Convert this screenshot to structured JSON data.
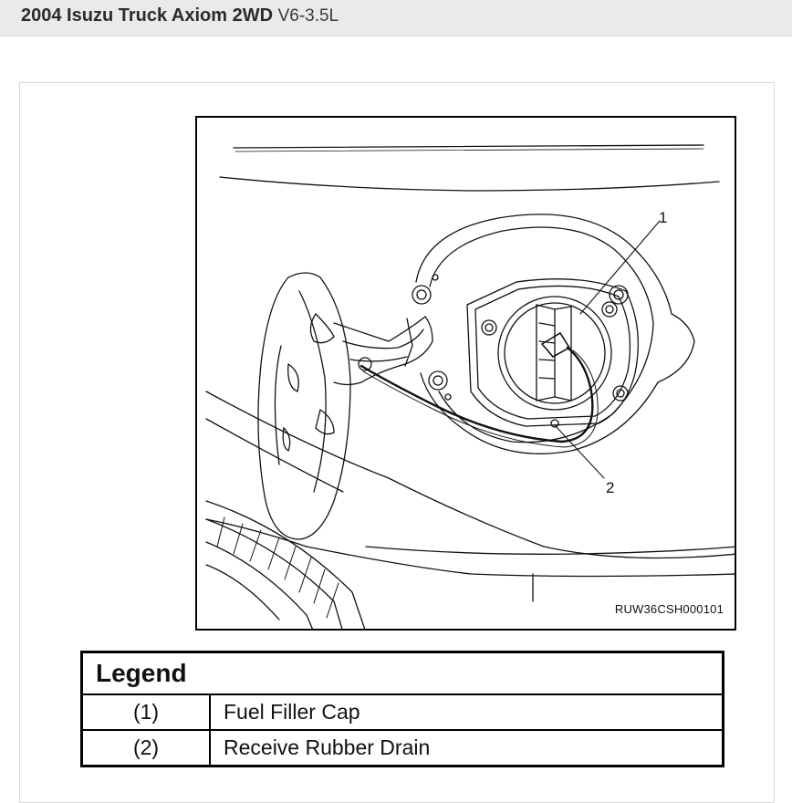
{
  "header": {
    "title": "2004 Isuzu Truck Axiom 2WD",
    "subtitle": "V6-3.5L"
  },
  "figure": {
    "image_code": "RUW36CSH000101",
    "callouts": [
      "1",
      "2"
    ]
  },
  "legend": {
    "heading": "Legend",
    "rows": [
      {
        "num": "(1)",
        "label": "Fuel Filler Cap"
      },
      {
        "num": "(2)",
        "label": "Receive Rubber Drain"
      }
    ]
  }
}
